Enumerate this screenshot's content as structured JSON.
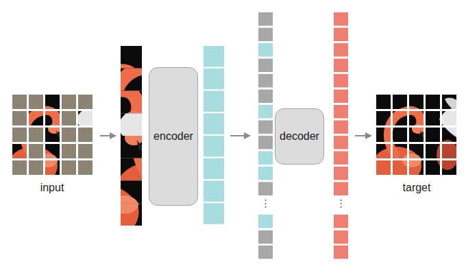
{
  "diagram": {
    "nodes": [
      {
        "text": [
          "encoder"
        ]
      },
      {
        "text": [
          "decoder"
        ]
      }
    ],
    "labels": [
      "input",
      "target"
    ]
  }
}
